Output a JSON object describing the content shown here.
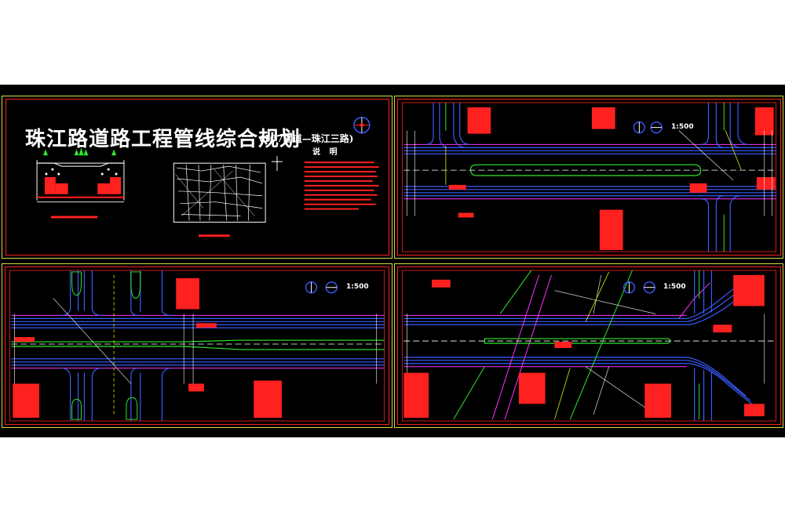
{
  "title": {
    "main": "珠江路道路工程管线综合规划",
    "subtitle": "(107国道—珠江三路)"
  },
  "cover_sheet": {
    "notes_title": "说 明"
  },
  "plan_sheets": [
    {
      "id": "sheet-2",
      "scale_text": "1:500"
    },
    {
      "id": "sheet-3",
      "scale_text": "1:500"
    },
    {
      "id": "sheet-4",
      "scale_text": "1:500"
    }
  ],
  "colors": {
    "background": "#000000",
    "frame": "#ff2020",
    "outer_frame": "#d8d84a",
    "pipe_blue": "#3a5bff",
    "pipe_magenta": "#ff30ff",
    "curb_green": "#2ee82e",
    "centerline_white": "#ffffff",
    "note_red": "#ff2020",
    "yellow": "#e8e800"
  }
}
